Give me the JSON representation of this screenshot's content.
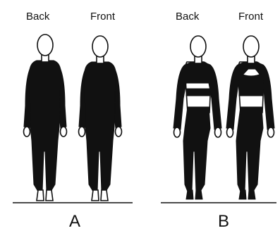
{
  "panels": [
    {
      "letter": "A",
      "views": [
        {
          "label": "Back"
        },
        {
          "label": "Front"
        }
      ]
    },
    {
      "letter": "B",
      "views": [
        {
          "label": "Back"
        },
        {
          "label": "Front"
        }
      ]
    }
  ],
  "colors": {
    "ink": "#111111",
    "skin": "#ffffff"
  }
}
